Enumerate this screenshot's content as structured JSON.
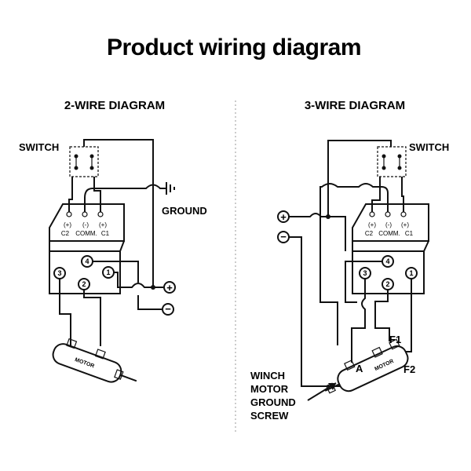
{
  "title": "Product wiring diagram",
  "left": {
    "heading": "2-WIRE DIAGRAM",
    "switch_label": "SWITCH",
    "ground_label": "GROUND",
    "terminal_signs": [
      "(+)",
      "(-)",
      "(+)"
    ],
    "terminal_names": [
      "C2",
      "COMM.",
      "C1"
    ],
    "posts": [
      "4",
      "3",
      "2",
      "1"
    ],
    "motor_label": "MOTOR",
    "plus_symbol": "+",
    "minus_symbol": "−"
  },
  "right": {
    "heading": "3-WIRE DIAGRAM",
    "switch_label": "SWITCH",
    "terminal_signs": [
      "(+)",
      "(-)",
      "(+)"
    ],
    "terminal_names": [
      "C2",
      "COMM.",
      "C1"
    ],
    "posts": [
      "4",
      "3",
      "2",
      "1"
    ],
    "motor_label": "MOTOR",
    "plus_symbol": "+",
    "minus_symbol": "−",
    "f1_label": "F1",
    "f2_label": "F2",
    "a_label": "A",
    "ground_screw_lines": [
      "WINCH",
      "MOTOR",
      "GROUND",
      "SCREW"
    ]
  }
}
